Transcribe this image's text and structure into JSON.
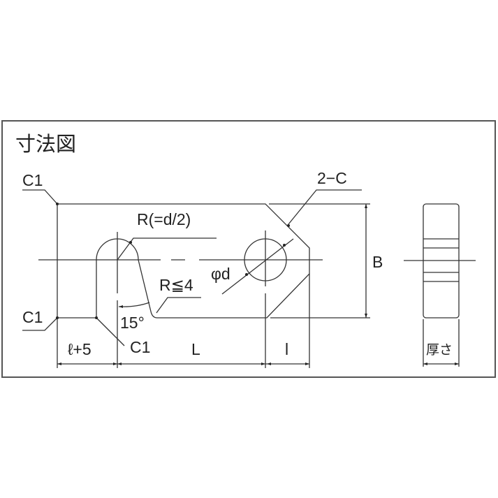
{
  "title": "寸法図",
  "labels": {
    "chamfer_top_left": "C1",
    "chamfer_bottom_left": "C1",
    "chamfer_slot": "C1",
    "chamfer_right": "2−C",
    "slot_radius": "R(=d/2)",
    "fillet_radius": "R≦4",
    "hole_diameter": "φd",
    "angle": "15°",
    "height": "B",
    "dim_left": "ℓ+5",
    "dim_middle": "L",
    "dim_right": "l",
    "thickness": "厚さ"
  },
  "colors": {
    "line": "#333333",
    "frame": "#555555",
    "background": "#ffffff"
  }
}
